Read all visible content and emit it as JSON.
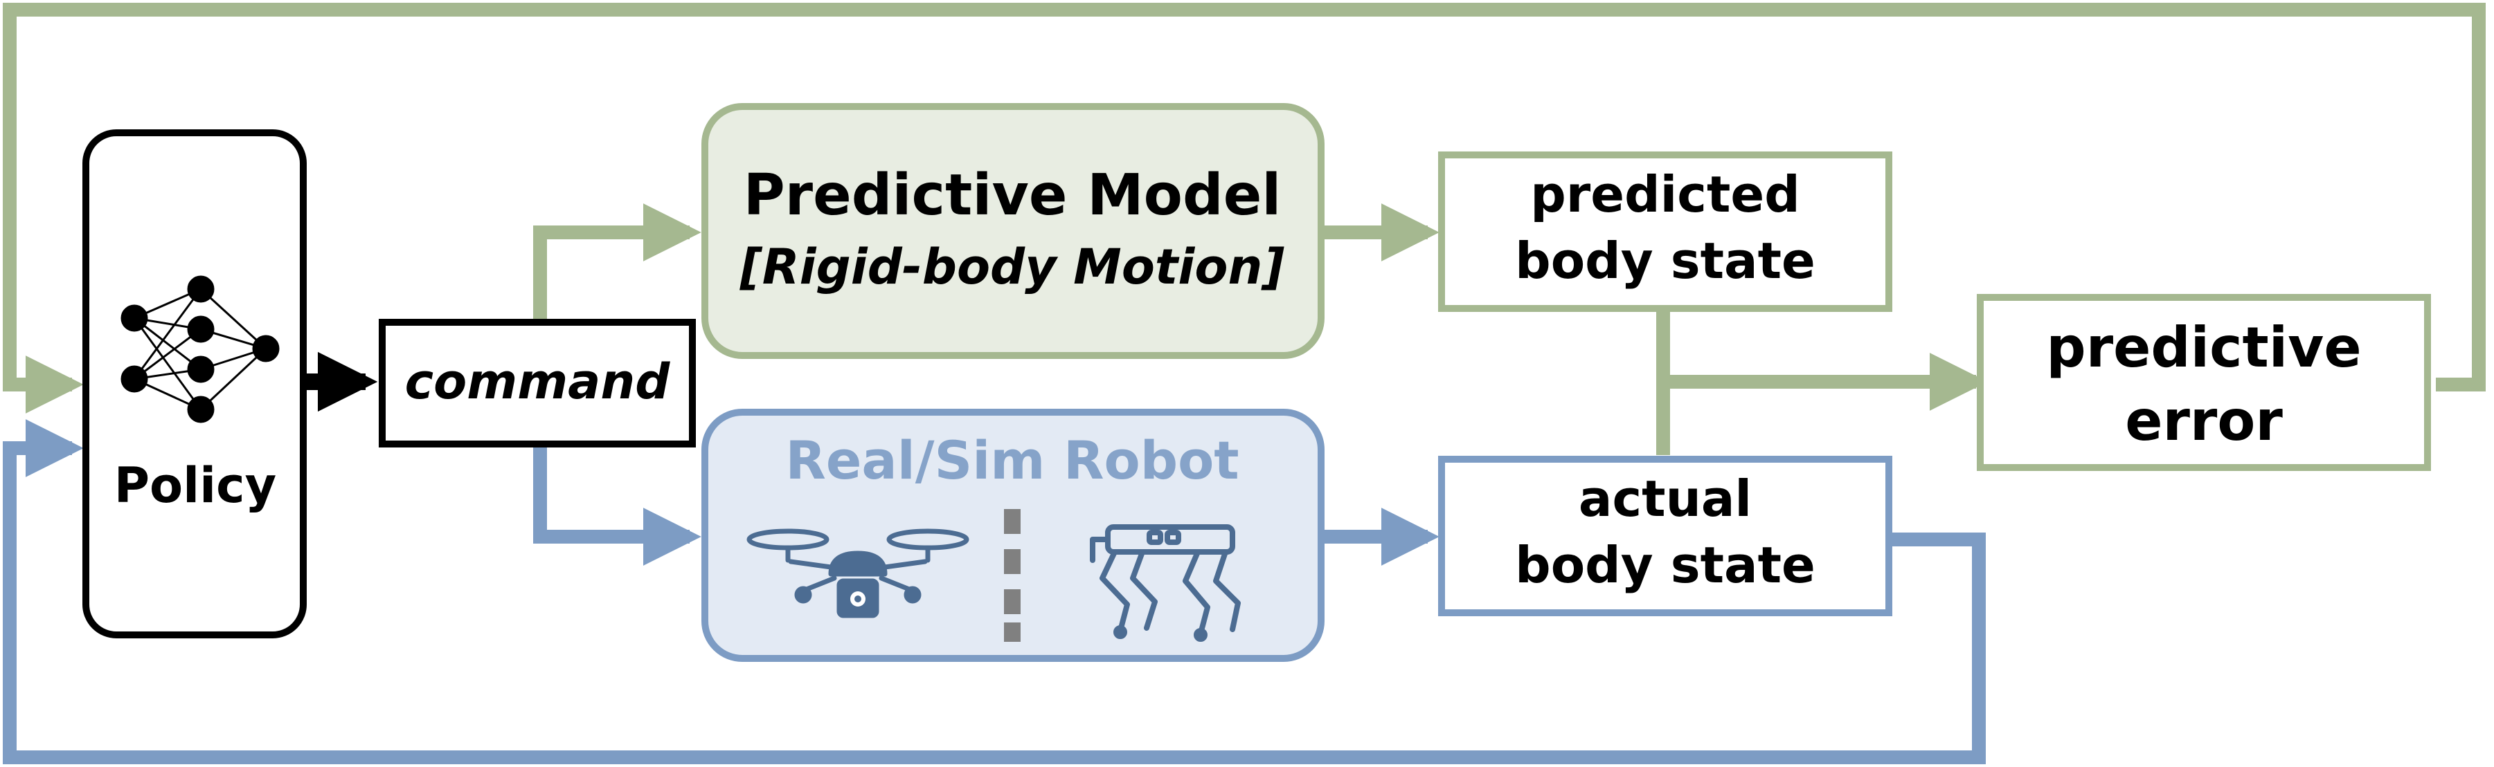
{
  "colors": {
    "green": "#a5b890",
    "green_fill": "#e8ede2",
    "blue": "#7d9cc4",
    "blue_fill": "#e3eaf4",
    "blue_text": "#86a3c9",
    "icon_blue": "#4c6c92",
    "black": "#000000",
    "gray": "#808080"
  },
  "nodes": {
    "policy": {
      "label": "Policy",
      "icon": "neural-network-icon"
    },
    "command": {
      "label": "command"
    },
    "predictive_model": {
      "title": "Predictive Model",
      "subtitle": "[Rigid-body Motion]"
    },
    "robot": {
      "title": "Real/Sim Robot",
      "icons": [
        "drone-icon",
        "quadruped-robot-icon"
      ]
    },
    "predicted_state": {
      "line1": "predicted",
      "line2": "body state"
    },
    "actual_state": {
      "line1": "actual",
      "line2": "body state"
    },
    "predictive_error": {
      "line1": "predictive",
      "line2": "error"
    }
  }
}
